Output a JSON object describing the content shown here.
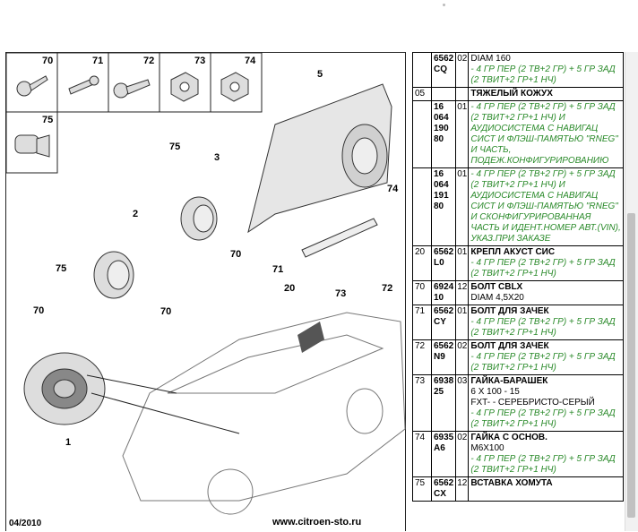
{
  "diagram": {
    "date": "04/2010",
    "site": "www.citroen-sto.ru",
    "callouts": [
      "70",
      "71",
      "72",
      "73",
      "74",
      "75",
      "5",
      "75",
      "3",
      "2",
      "74",
      "70",
      "75",
      "70",
      "71",
      "20",
      "73",
      "72",
      "70",
      "1"
    ]
  },
  "parts": [
    {
      "pos": "",
      "ref": "6562\nCQ",
      "qty": "02",
      "lines": [
        {
          "t": "spec",
          "v": "DIAM 160"
        },
        {
          "t": "app",
          "v": "- 4 ГР ПЕР (2 ТВ+2 ГР) + 5 ГР ЗАД (2 ТВИТ+2 ГР+1 НЧ)"
        }
      ]
    },
    {
      "pos": "05",
      "ref": "",
      "qty": "",
      "lines": [
        {
          "t": "name",
          "v": "ТЯЖЕЛЫЙ КОЖУХ"
        }
      ]
    },
    {
      "pos": "",
      "ref": "16\n064\n190\n80",
      "qty": "01",
      "lines": [
        {
          "t": "app",
          "v": "- 4 ГР ПЕР (2 ТВ+2 ГР) + 5 ГР ЗАД (2 ТВИТ+2 ГР+1 НЧ) И АУДИОСИСТЕМА С НАВИГАЦ СИСТ И ФЛЭШ-ПАМЯТЬЮ \"RNEG\" И ЧАСТЬ, ПОДЕЖ.КОНФИГУРИРОВАНИЮ"
        }
      ]
    },
    {
      "pos": "",
      "ref": "16\n064\n191\n80",
      "qty": "01",
      "lines": [
        {
          "t": "app",
          "v": "- 4 ГР ПЕР (2 ТВ+2 ГР) + 5 ГР ЗАД (2 ТВИТ+2 ГР+1 НЧ) И АУДИОСИСТЕМА С НАВИГАЦ СИСТ И ФЛЭШ-ПАМЯТЬЮ \"RNEG\" И СКОНФИГУРИРОВАННАЯ ЧАСТЬ И ИДЕНТ.НОМЕР АВТ.(VIN), УКАЗ.ПРИ ЗАКАЗЕ"
        }
      ]
    },
    {
      "pos": "20",
      "ref": "6562\nL0",
      "qty": "01",
      "lines": [
        {
          "t": "name",
          "v": "КРЕПЛ АКУСТ СИС"
        },
        {
          "t": "app",
          "v": "- 4 ГР ПЕР (2 ТВ+2 ГР) + 5 ГР ЗАД (2 ТВИТ+2 ГР+1 НЧ)"
        }
      ]
    },
    {
      "pos": "70",
      "ref": "6924\n10",
      "qty": "12",
      "lines": [
        {
          "t": "name",
          "v": "БОЛТ CBLX"
        },
        {
          "t": "spec",
          "v": "DIAM 4,5X20"
        }
      ]
    },
    {
      "pos": "71",
      "ref": "6562\nCY",
      "qty": "01",
      "lines": [
        {
          "t": "name",
          "v": "БОЛТ ДЛЯ ЗАЧЕК"
        },
        {
          "t": "app",
          "v": "- 4 ГР ПЕР (2 ТВ+2 ГР) + 5 ГР ЗАД (2 ТВИТ+2 ГР+1 НЧ)"
        }
      ]
    },
    {
      "pos": "72",
      "ref": "6562\nN9",
      "qty": "02",
      "lines": [
        {
          "t": "name",
          "v": "БОЛТ ДЛЯ ЗАЧЕК"
        },
        {
          "t": "app",
          "v": "- 4 ГР ПЕР (2 ТВ+2 ГР) + 5 ГР ЗАД (2 ТВИТ+2 ГР+1 НЧ)"
        }
      ]
    },
    {
      "pos": "73",
      "ref": "6938\n25",
      "qty": "03",
      "lines": [
        {
          "t": "name",
          "v": "ГАЙКА-БАРАШЕК"
        },
        {
          "t": "spec",
          "v": "6 X 100 - 15"
        },
        {
          "t": "spec",
          "v": "FXT- - СЕРЕБРИСТО-СЕРЫЙ"
        },
        {
          "t": "app",
          "v": "- 4 ГР ПЕР (2 ТВ+2 ГР) + 5 ГР ЗАД (2 ТВИТ+2 ГР+1 НЧ)"
        }
      ]
    },
    {
      "pos": "74",
      "ref": "6935\nA6",
      "qty": "02",
      "lines": [
        {
          "t": "name",
          "v": "ГАЙКА С ОСНОВ."
        },
        {
          "t": "spec",
          "v": "M6X100"
        },
        {
          "t": "app",
          "v": "- 4 ГР ПЕР (2 ТВ+2 ГР) + 5 ГР ЗАД (2 ТВИТ+2 ГР+1 НЧ)"
        }
      ]
    },
    {
      "pos": "75",
      "ref": "6562\nCX",
      "qty": "12",
      "lines": [
        {
          "t": "name",
          "v": "ВСТАВКА ХОМУТА"
        }
      ]
    }
  ]
}
